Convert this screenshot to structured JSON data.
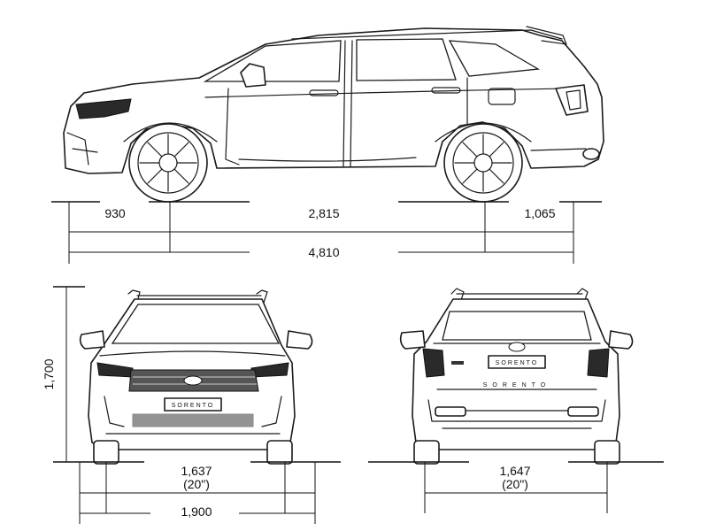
{
  "side_view": {
    "front_overhang": "930",
    "wheelbase": "2,815",
    "rear_overhang": "1,065",
    "overall_length": "4,810"
  },
  "front_view": {
    "overall_height": "1,700",
    "front_track": "1,637",
    "front_wheel": "(20\")",
    "overall_width": "1,900",
    "badge": "SORENTO"
  },
  "rear_view": {
    "rear_track": "1,647",
    "rear_wheel": "(20\")",
    "badge": "SORENTO",
    "lettering": "SORENTO"
  }
}
